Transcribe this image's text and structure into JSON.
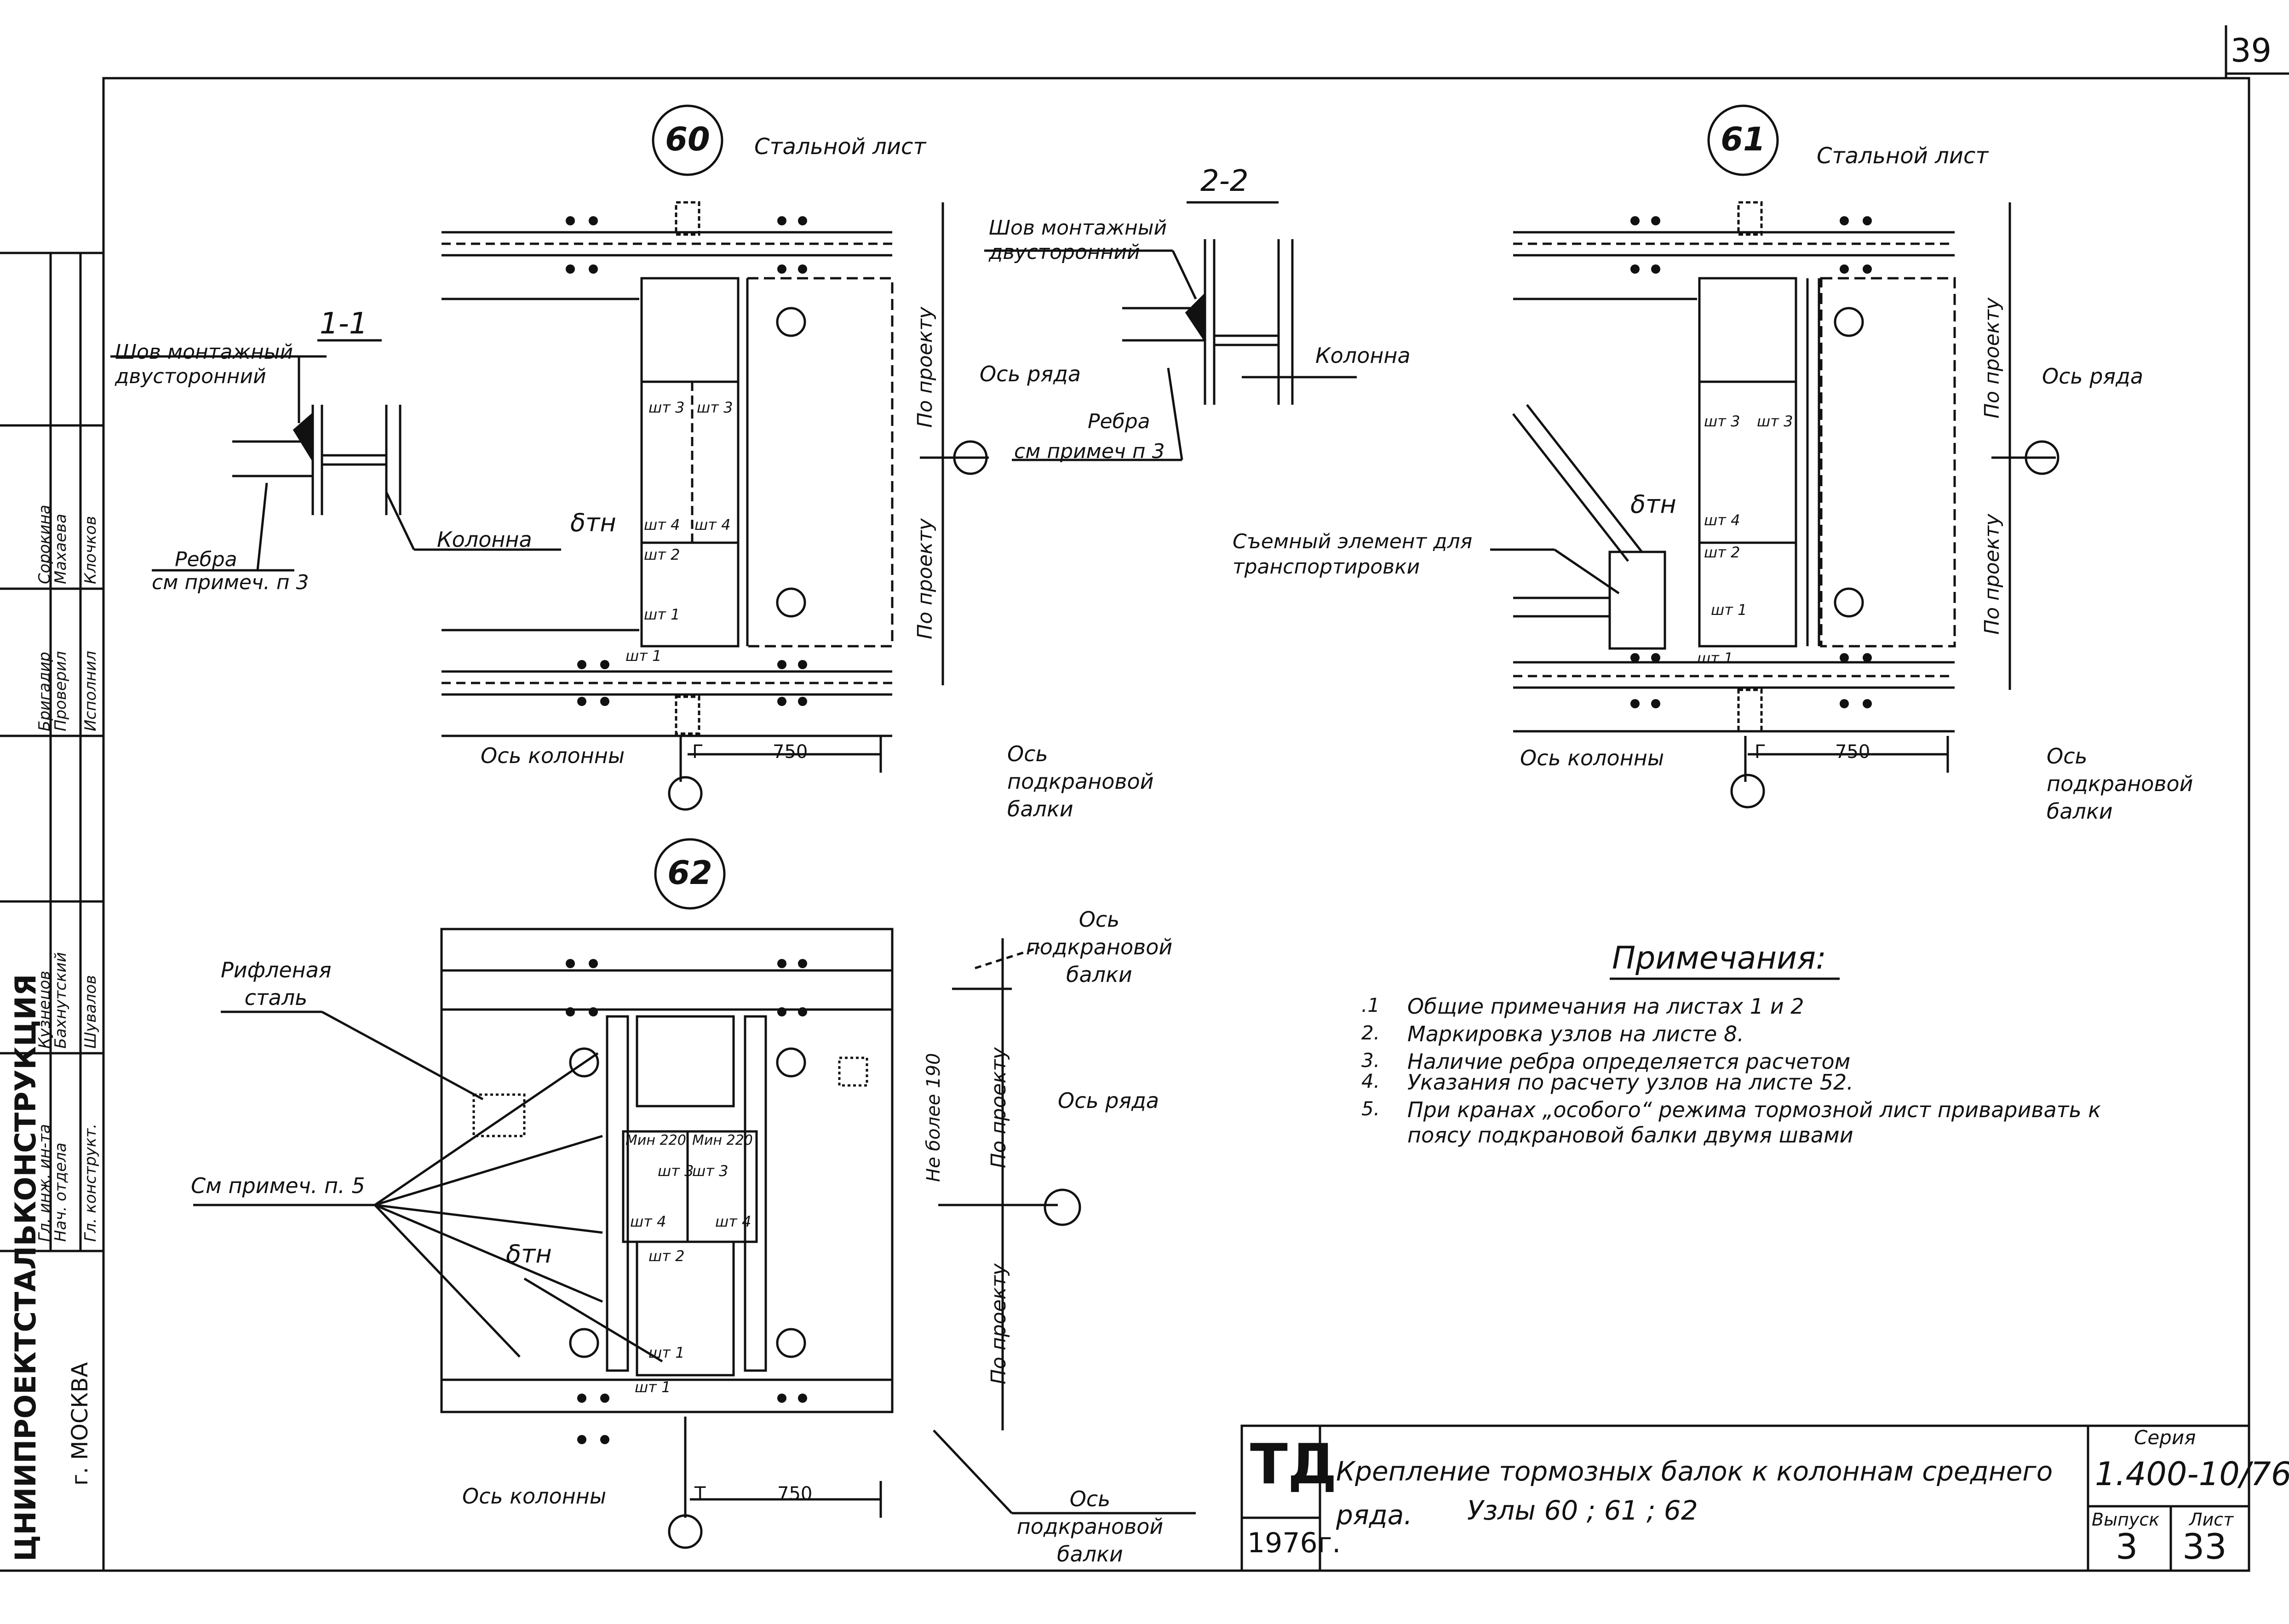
{
  "sheet_number": "39",
  "nodes": {
    "n60": {
      "number": "60",
      "steel_sheet": "Стальной лист",
      "row_axis": "Ось ряда",
      "by_project_1": "По проекту",
      "by_project_2": "По проекту",
      "column_axis": "Ось колонны",
      "column_axis_mark": "Г",
      "girder_axis": "Ось подкрановой балки",
      "dim": "750",
      "delta": "δтн",
      "parts": [
        "шт 3",
        "шт 3",
        "шт 4",
        "шт 4",
        "шт 2",
        "шт 1",
        "шт 1"
      ]
    },
    "n61": {
      "number": "61",
      "steel_sheet": "Стальной лист",
      "row_axis": "Ось ряда",
      "by_project_1": "По проекту",
      "by_project_2": "По проекту",
      "column_axis": "Ось колонны",
      "column_axis_mark": "Г",
      "girder_axis": "Ось подкрановой балки",
      "dim": "750",
      "delta": "δтн",
      "removable": "Съемный элемент для транспортировки",
      "parts": [
        "шт 3",
        "шт 3",
        "шт 4",
        "шт 2",
        "шт 1",
        "шт 1"
      ]
    },
    "n62": {
      "number": "62",
      "corrugated": "Рифленая сталь",
      "see_note": "См примеч. п. 5",
      "girder_axis_top": "Ось подкрановой балки",
      "row_axis": "Ось ряда",
      "not_more": "Не более 190",
      "by_project_1": "По проекту",
      "by_project_2": "По проекту",
      "column_axis": "Ось колонны",
      "column_axis_mark": "Т",
      "girder_axis": "Ось подкрановой балки",
      "dim": "750",
      "delta": "δтн",
      "parts": [
        "Мин 220",
        "Мин 220",
        "шт 3",
        "шт 3",
        "шт 4",
        "шт 4",
        "шт 2",
        "шт 1",
        "шт 1"
      ]
    }
  },
  "section_1_1": {
    "title": "1-1",
    "weld": "Шов монтажный двусторонний",
    "column": "Колонна",
    "rib": "Ребра",
    "rib_note": "см примеч. п 3"
  },
  "section_2_2": {
    "title": "2-2",
    "weld": "Шов монтажный двусторонний",
    "column": "Колонна",
    "rib": "Ребра",
    "rib_note": "см примеч п 3"
  },
  "notes": {
    "title": "Примечания:",
    "items": [
      {
        "n": ".1",
        "text": "Общие примечания на листах 1 и 2"
      },
      {
        "n": "2.",
        "text": "Маркировка узлов на листе 8."
      },
      {
        "n": "3.",
        "text": "Наличие ребра определяется расчетом"
      },
      {
        "n": "4.",
        "text": "Указания по расчету узлов на листе 52."
      },
      {
        "n": "5.",
        "text": "При кранах „особого“ режима тормозной лист приваривать к"
      },
      {
        "n": "",
        "text": "поясу подкрановой балки двумя швами"
      }
    ]
  },
  "title_block": {
    "org_logo": "ТД",
    "year": "1976г.",
    "title_line1": "Крепление тормозных балок к колоннам среднего",
    "title_line2": "ряда.",
    "title_nodes": "Узлы 60 ; 61 ; 62",
    "series_label": "Серия",
    "series_value": "1.400-10/76",
    "issue_label": "Выпуск",
    "issue_value": "3",
    "sheet_label": "Лист",
    "sheet_value": "33"
  },
  "side_stamp": {
    "organization": "ЦНИИПРОЕКТСТАЛЬКОНСТРУКЦИЯ",
    "city": "г. МОСКВА",
    "roles": [
      "Нач. отдела",
      "Гл. инж. ин-та",
      "Гл. конструкт.",
      "Бригадир",
      "Проверил",
      "Исполнил"
    ],
    "names": [
      "Бахнутский",
      "Кузнецов",
      "Шувалов",
      "Сорокина",
      "Махаева",
      "Клочков"
    ]
  }
}
